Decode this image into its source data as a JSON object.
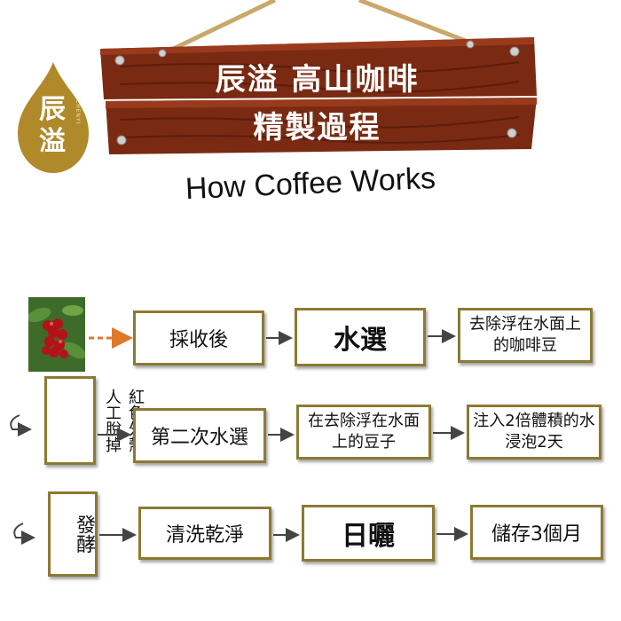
{
  "logo": {
    "text": "辰溢",
    "subtitle": "CHENYI"
  },
  "sign": {
    "line1": "辰溢 高山咖啡",
    "line2": "精製過程"
  },
  "subtitle": "How Coffee Works",
  "row1": {
    "step1": "採收後",
    "step2": "水選",
    "step3": "去除浮在水面上的咖啡豆"
  },
  "row2": {
    "side_col1": "紅色外殼",
    "side_col2": "人工脫掉",
    "step1": "第二次水選",
    "step2": "在去除浮在水面上的豆子",
    "step3": "注入2倍體積的水浸泡2天"
  },
  "row3": {
    "side": "發酵",
    "step1": "清洗乾淨",
    "step2": "日曬",
    "step3": "儲存3個月"
  },
  "colors": {
    "frame": "#8c7a32",
    "wood": "#7a2a12",
    "logo": "#b08a2a",
    "arrow_orange": "#e0782a",
    "arrow": "#444444"
  }
}
